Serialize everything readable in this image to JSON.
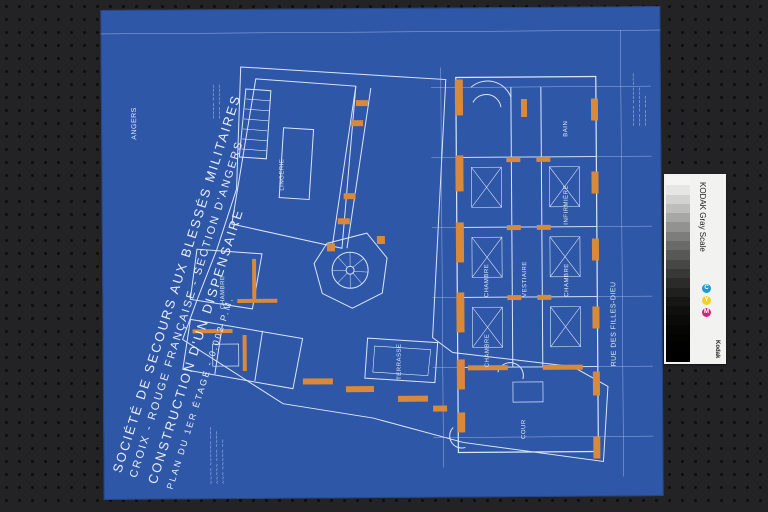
{
  "document": {
    "title_lines": [
      "SOCIÉTÉ  DE  SECOURS  AUX  BLESSÉS  MILITAIRES",
      "CROIX - ROUGE  FRANÇAISE  -  SECTION  D'ANGERS",
      "CONSTRUCTION  D'UN  DISPENSAIRE",
      "PLAN  DU  1ER ÉTAGE  -  0.002 P.M."
    ],
    "room_labels": {
      "lingerie": "LINGERIE",
      "chambre_left": "CHAMBRE",
      "terrasse": "TERRASSE",
      "vestiaire": "VESTIAIRE",
      "chambre_c1": "CHAMBRE",
      "chambre_c2": "CHAMBRE",
      "chambre_c3": "CHAMBRE",
      "infirmiere": "INFIRMIÈRE",
      "cour": "COUR",
      "bain": "BAIN",
      "rue": "RUE  DES  FILLES-DIEU",
      "lingerie2": "ANGERS"
    }
  },
  "gray_scale": {
    "label": "KODAK Gray Scale",
    "brand": "Kodak",
    "dots": [
      "C",
      "Y",
      "M"
    ],
    "steps": [
      "#f5f5f3",
      "#e6e6e4",
      "#d2d2d0",
      "#bdbdbb",
      "#a7a7a5",
      "#929290",
      "#7d7d7b",
      "#6a6a68",
      "#585856",
      "#474745",
      "#383836",
      "#2b2b2a",
      "#20201f",
      "#161615",
      "#0f0f0e",
      "#0a0a09",
      "#060605",
      "#030302",
      "#010101",
      "#000000"
    ],
    "dot_colors": [
      "#1a9ad6",
      "#f2d31b",
      "#d4237a"
    ]
  },
  "colors": {
    "blueprint": "#2f57a8",
    "line": "#dce6f8",
    "orange": "#d9893a"
  }
}
